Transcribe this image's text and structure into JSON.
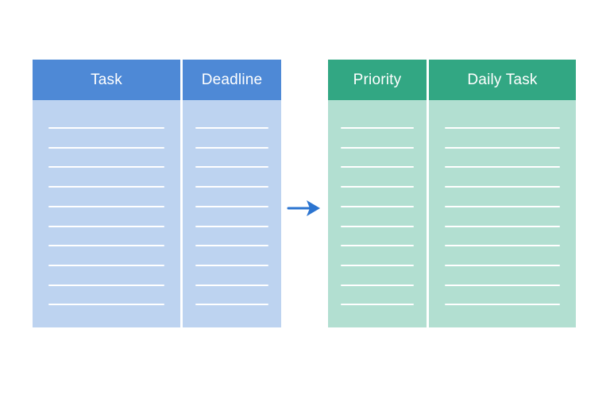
{
  "before_table": {
    "columns": [
      {
        "id": "task",
        "label": "Task",
        "rows": 10
      },
      {
        "id": "deadline",
        "label": "Deadline",
        "rows": 10
      }
    ]
  },
  "after_table": {
    "columns": [
      {
        "id": "priority",
        "label": "Priority",
        "rows": 10
      },
      {
        "id": "daily",
        "label": "Daily Task",
        "rows": 10
      }
    ]
  },
  "colors": {
    "before_header": "#4e89d6",
    "before_body": "#bdd3f0",
    "after_header": "#32a783",
    "after_body": "#b2dfd1",
    "arrow": "#2b74d0"
  },
  "arrow_icon": "arrow-right-icon"
}
